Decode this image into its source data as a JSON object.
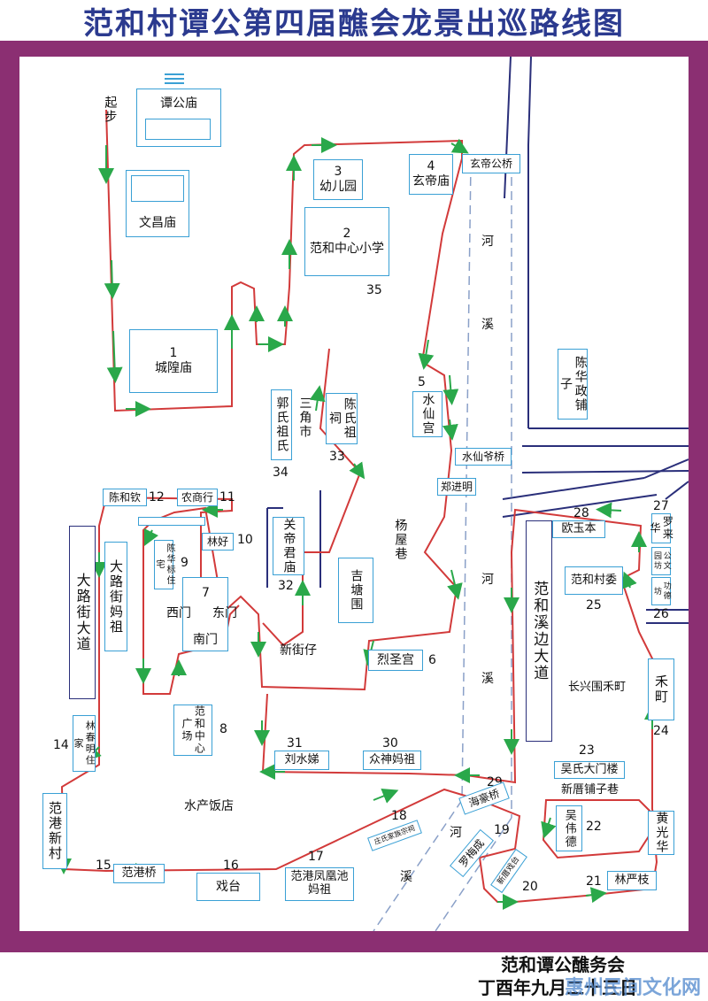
{
  "title": "范和村谭公第四届醮会龙景出巡路线图",
  "places": {
    "tangong": "谭公庙",
    "wenchang": "文昌庙",
    "chenghuang": "城隍庙",
    "youeryuan": "幼儿园",
    "xiaoxue": "范和中心小学",
    "xuandi_miao": "玄帝庙",
    "xuandi_qiao": "玄帝公桥",
    "shuixian_gong": "水仙宫",
    "shuixianye_qiao": "水仙爷桥",
    "chenhuazheng": "陈华政铺子",
    "zhengjinming": "郑进明",
    "yangwuxiang": "杨屋巷",
    "guoshi": "郭氏祖氏",
    "sanjiaoshi": "三角市",
    "chenshi": "陈氏祖祠",
    "chenheqin": "陈和钦",
    "nongshanghang": "农商行",
    "linhao": "林好",
    "dalujie": "大路街大道",
    "dalujie_mazu": "大路街妈祖",
    "chenhuabiao": "陈华标住宅",
    "ximen": "西门",
    "dongmen": "东门",
    "nanmen": "南门",
    "guangchang": "范和中心广场",
    "guandi": "关帝君庙",
    "jitang": "吉塘围",
    "xinjiezai": "新街仔",
    "liesheng": "烈圣宫",
    "ouyuben": "欧玉本",
    "fanhexibian": "范和溪边大道",
    "cunwei": "范和村委",
    "luolaihua": "罗来华",
    "gongwen": "公文园坊",
    "gongwen2": "功德坊",
    "hezhai": "禾町",
    "changxing": "长兴围禾町",
    "wushi_damen": "吴氏大门楼",
    "xinpu": "新厝铺子巷",
    "wuweide": "吴伟德",
    "huangguanghua": "黄光华",
    "linyanzhi": "林严枝",
    "linchunming": "林春明住家",
    "liuxiuti": "刘水娣",
    "zhongshen": "众神妈祖",
    "haihaoqiao": "海豪桥",
    "fangang_xincun": "范港新村",
    "fangang_qiao": "范港桥",
    "shuichan": "水产饭店",
    "xitai": "戏台",
    "fenghuangchi": "范港凤凰池妈祖",
    "zhuangjia": "庄氏家族宗祠",
    "luomeicheng": "罗梅成",
    "xinpu_xitai": "新厝戏台"
  },
  "labels": {
    "start": "起步",
    "river_he": "河",
    "river_xi": "溪"
  },
  "numbers": [
    "1",
    "2",
    "3",
    "4",
    "5",
    "6",
    "7",
    "8",
    "9",
    "10",
    "11",
    "12",
    "14",
    "15",
    "16",
    "17",
    "18",
    "19",
    "20",
    "21",
    "22",
    "23",
    "24",
    "25",
    "26",
    "27",
    "28",
    "29",
    "30",
    "31",
    "32",
    "33",
    "34",
    "35"
  ],
  "footer": {
    "org": "范和谭公醮务会",
    "date": "丁酉年九月二十三日"
  },
  "watermark": "惠州民间文化网",
  "colors": {
    "frame": "#8b2f72",
    "title": "#2b3a8f",
    "route": "#d23a3a",
    "arrow": "#2aa84a",
    "box": "#3aa0d5"
  }
}
